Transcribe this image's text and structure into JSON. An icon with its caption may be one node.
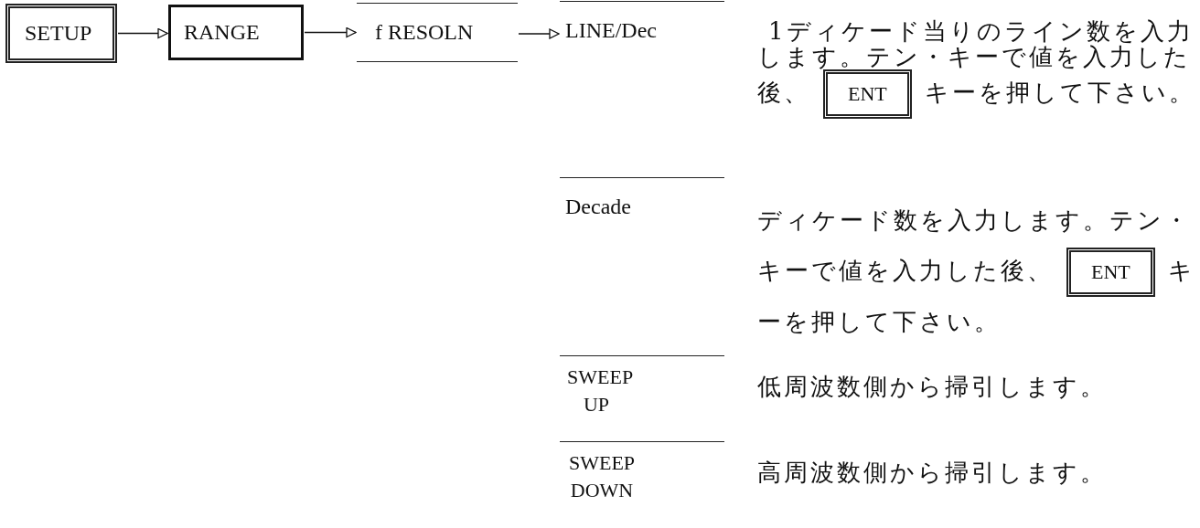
{
  "diagram": {
    "nodes": [
      {
        "text": [
          "SETUP"
        ]
      },
      {
        "text": [
          "RANGE"
        ]
      },
      {
        "text": [
          "f RESOLN"
        ]
      },
      {
        "text": [
          "LINE/Dec"
        ]
      },
      {
        "text": [
          "Decade"
        ]
      },
      {
        "text": [
          "SWEEP UP"
        ]
      },
      {
        "text": [
          "SWEEP DOWN"
        ]
      },
      {
        "text": [
          "ENT"
        ]
      },
      {
        "text": [
          "ENT"
        ]
      }
    ],
    "edges": [
      {
        "from": 0,
        "to": 1,
        "arrow": "to"
      },
      {
        "from": 1,
        "to": 2,
        "arrow": "to"
      },
      {
        "from": 2,
        "to": 3,
        "arrow": "to"
      }
    ],
    "labels": [
      "1ディケード当りのライン数を入力します。テン・キーで値を入力した後、",
      "キーを押して下さい。",
      "ディケード数を入力します。テン・キーで値を入力した後、",
      "キーを押して下さい。",
      "低周波数側から掃引します。",
      "高周波数側から掃引します。"
    ]
  }
}
